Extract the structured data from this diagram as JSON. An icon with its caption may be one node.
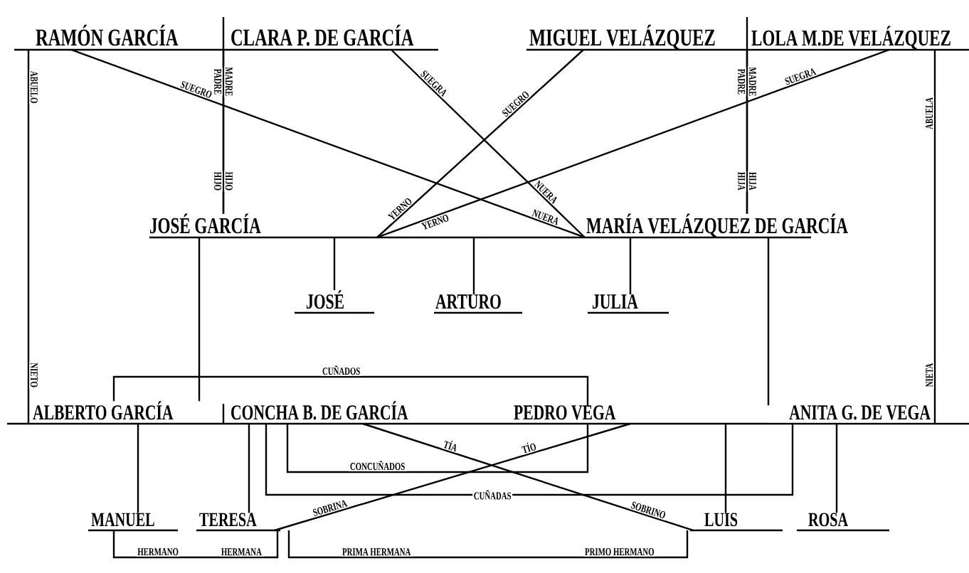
{
  "diagram": {
    "nodes": [
      {
        "text": [
          "RAMÓN GARCÍA"
        ]
      },
      {
        "text": [
          "CLARA P. DE GARCÍA"
        ]
      },
      {
        "text": [
          "MIGUEL VELÁZQUEZ"
        ]
      },
      {
        "text": [
          "LOLA M.DE VELÁZQUEZ"
        ]
      },
      {
        "text": [
          "JOSÉ GARCÍA"
        ]
      },
      {
        "text": [
          "MARÍA VELÁZQUEZ DE GARCÍA"
        ]
      },
      {
        "text": [
          "JOSÉ"
        ]
      },
      {
        "text": [
          "ARTURO"
        ]
      },
      {
        "text": [
          "JULIA"
        ]
      },
      {
        "text": [
          "ALBERTO GARCÍA"
        ]
      },
      {
        "text": [
          "CONCHA B. DE GARCÍA"
        ]
      },
      {
        "text": [
          "PEDRO VEGA"
        ]
      },
      {
        "text": [
          "ANITA G. DE VEGA"
        ]
      },
      {
        "text": [
          "MANUEL"
        ]
      },
      {
        "text": [
          "TERESA"
        ]
      },
      {
        "text": [
          "LUIS"
        ]
      },
      {
        "text": [
          "ROSA"
        ]
      }
    ],
    "edges": [
      {
        "from": 0,
        "to": 5,
        "arrow": "none",
        "label": "SUEGRO"
      },
      {
        "from": 1,
        "to": 5,
        "arrow": "none",
        "label": "SUEGRA"
      },
      {
        "from": 2,
        "to": 4,
        "arrow": "none",
        "label": "SUEGRO"
      },
      {
        "from": 3,
        "to": 4,
        "arrow": "none",
        "label": "SUEGRA"
      },
      {
        "from": 0,
        "to": 4,
        "arrow": "none",
        "label": "PADRE"
      },
      {
        "from": 1,
        "to": 4,
        "arrow": "none",
        "label": "MADRE"
      },
      {
        "from": 2,
        "to": 5,
        "arrow": "none",
        "label": "PADRE"
      },
      {
        "from": 3,
        "to": 5,
        "arrow": "none",
        "label": "MADRE"
      },
      {
        "from": 0,
        "to": 9,
        "arrow": "none",
        "label": "ABUELO"
      },
      {
        "from": 3,
        "to": 12,
        "arrow": "none",
        "label": "ABUELA"
      },
      {
        "from": 4,
        "to": 9,
        "arrow": "none"
      },
      {
        "from": 4,
        "to": 6,
        "arrow": "none"
      },
      {
        "from": 4,
        "to": 7,
        "arrow": "none"
      },
      {
        "from": 5,
        "to": 8,
        "arrow": "none"
      },
      {
        "from": 5,
        "to": 12,
        "arrow": "none"
      },
      {
        "from": 9,
        "to": 11,
        "arrow": "none",
        "label": "CUÑADOS"
      },
      {
        "from": 10,
        "to": 11,
        "arrow": "none",
        "label": "CONCUÑADOS"
      },
      {
        "from": 10,
        "to": 12,
        "arrow": "none",
        "label": "CUÑADAS"
      },
      {
        "from": 9,
        "to": 13,
        "arrow": "none"
      },
      {
        "from": 10,
        "to": 14,
        "arrow": "none"
      },
      {
        "from": 11,
        "to": 15,
        "arrow": "none"
      },
      {
        "from": 12,
        "to": 16,
        "arrow": "none"
      },
      {
        "from": 10,
        "to": 15,
        "arrow": "none",
        "label": "TÍA"
      },
      {
        "from": 11,
        "to": 14,
        "arrow": "none",
        "label": "TÍO"
      },
      {
        "from": 13,
        "to": 14,
        "arrow": "none",
        "label": "HERMANO"
      },
      {
        "from": 14,
        "to": 15,
        "arrow": "none",
        "label": "PRIMA HERMANA"
      }
    ],
    "labels": [
      "NUERA",
      "NUERA",
      "YERNO",
      "YERNO",
      "HIJO",
      "HIJO",
      "HIJA",
      "HIJA",
      "NIETO",
      "NIETA",
      "SOBRINA",
      "SOBRINO",
      "HERMANA",
      "PRIMO HERMANO"
    ]
  }
}
